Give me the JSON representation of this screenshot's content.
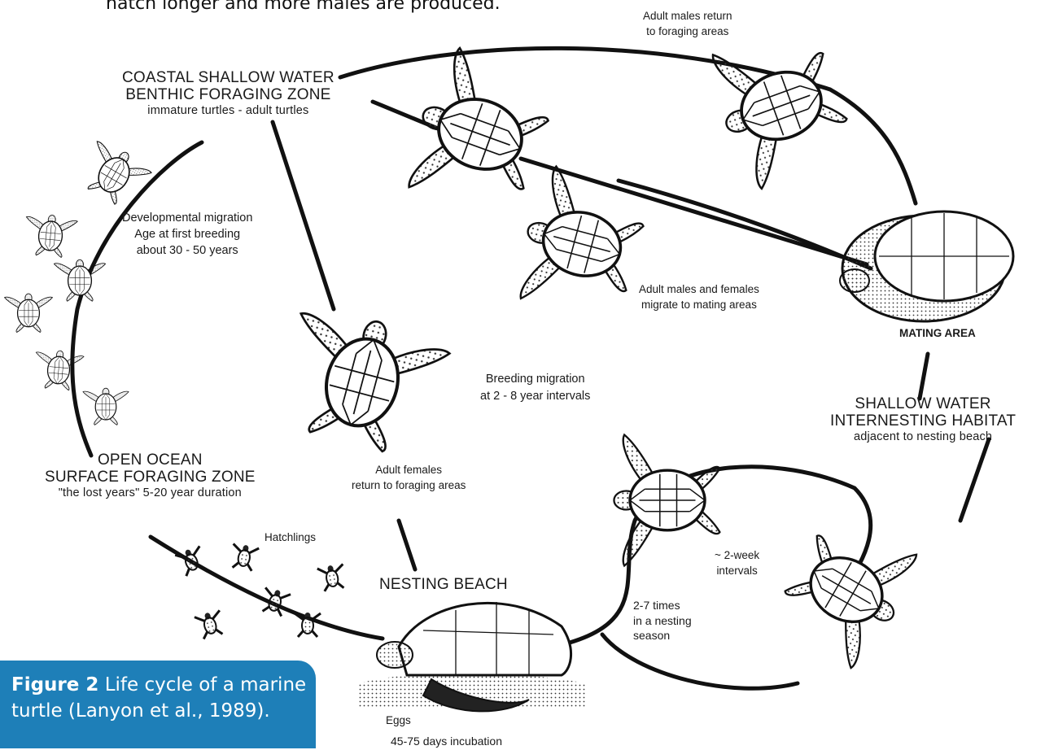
{
  "intro_text": "hatch longer and more males are produced.",
  "labels": {
    "coastal": [
      "COASTAL SHALLOW WATER",
      "BENTHIC FORAGING ZONE"
    ],
    "coastal_sub": "immature turtles - adult turtles",
    "developmental": [
      "Developmental migration",
      "Age at first breeding",
      "about 30 - 50 years"
    ],
    "open_ocean": [
      "OPEN OCEAN",
      "SURFACE FORAGING ZONE"
    ],
    "open_ocean_sub": "\"the lost years\"   5-20 year duration",
    "hatchlings": "Hatchlings",
    "adult_males_return": [
      "Adult males return",
      "to foraging areas"
    ],
    "adults_migrate": [
      "Adult males and females",
      "migrate to mating areas"
    ],
    "mating_area": "MATING AREA",
    "internesting": [
      "SHALLOW WATER",
      "INTERNESTING HABITAT"
    ],
    "internesting_sub": "adjacent to nesting beach",
    "breeding_migration": [
      "Breeding migration",
      "at 2 - 8 year intervals"
    ],
    "adult_females_return": [
      "Adult females",
      "return to foraging areas"
    ],
    "nesting_beach": "NESTING BEACH",
    "two_week": [
      "~ 2-week",
      "intervals"
    ],
    "times_per_season": [
      "2-7 times",
      "in a nesting",
      "season"
    ],
    "eggs": "Eggs",
    "incubation": "45-75 days incubation"
  },
  "caption": {
    "figure_label": "Figure 2",
    "text": " Life cycle of a marine turtle (Lanyon et al., 1989)."
  },
  "colors": {
    "caption_bg": "#1e7fb8",
    "line": "#111111"
  }
}
